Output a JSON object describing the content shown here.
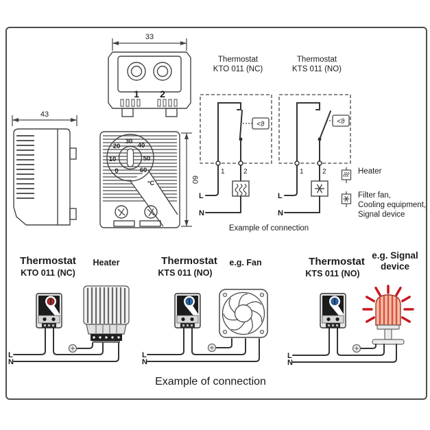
{
  "dimension_drawings": {
    "top_view": {
      "width_dim": "33",
      "terminal_left": "1",
      "terminal_right": "2"
    },
    "side_view": {
      "width_dim": "43"
    },
    "front_view": {
      "height_dim": "60",
      "dial_numbers": [
        "0",
        "10",
        "20",
        "30",
        "40",
        "50",
        "60"
      ],
      "unit": "°C"
    }
  },
  "circuit_section": {
    "circuits": [
      {
        "title_line1": "Thermostat",
        "title_line2": "KTO 011 (NC)",
        "sensor_symbol": "<ϑ",
        "terminal_1": "1",
        "terminal_2": "2",
        "line_label": "L",
        "neutral_label": "N",
        "load": "heater"
      },
      {
        "title_line1": "Thermostat",
        "title_line2": "KTS 011 (NO)",
        "sensor_symbol": "<ϑ",
        "terminal_1": "1",
        "terminal_2": "2",
        "line_label": "L",
        "neutral_label": "N",
        "load": "fan"
      }
    ],
    "legend": {
      "heater_label": "Heater",
      "fan_label_line1": "Filter fan,",
      "fan_label_line2": "Cooling equipment,",
      "fan_label_line3": "Signal device"
    },
    "caption": "Example of connection"
  },
  "examples_section": {
    "examples": [
      {
        "title_line1": "Thermostat",
        "title_line2": "KTO 011 (NC)",
        "load_label_line1": "Heater",
        "load_label_line2": "",
        "line_label": "L",
        "neutral_label": "N",
        "load": "heater"
      },
      {
        "title_line1": "Thermostat",
        "title_line2": "KTS 011 (NO)",
        "load_label_line1": "e.g. Fan",
        "load_label_line2": "",
        "line_label": "L",
        "neutral_label": "N",
        "load": "fan"
      },
      {
        "title_line1": "Thermostat",
        "title_line2": "KTS 011 (NO)",
        "load_label_line1": "e.g. Signal",
        "load_label_line2": "device",
        "line_label": "L",
        "neutral_label": "N",
        "load": "signal device"
      }
    ],
    "caption": "Example of connection"
  },
  "colors": {
    "line_art": "#3f3f3f",
    "frame_border": "#4c4c4c",
    "kto_dial_red": "#b02a2e",
    "kts_dial_blue": "#2b6cb5",
    "signal_ray_red": "#c8161d",
    "signal_body": "#f6bca6"
  }
}
